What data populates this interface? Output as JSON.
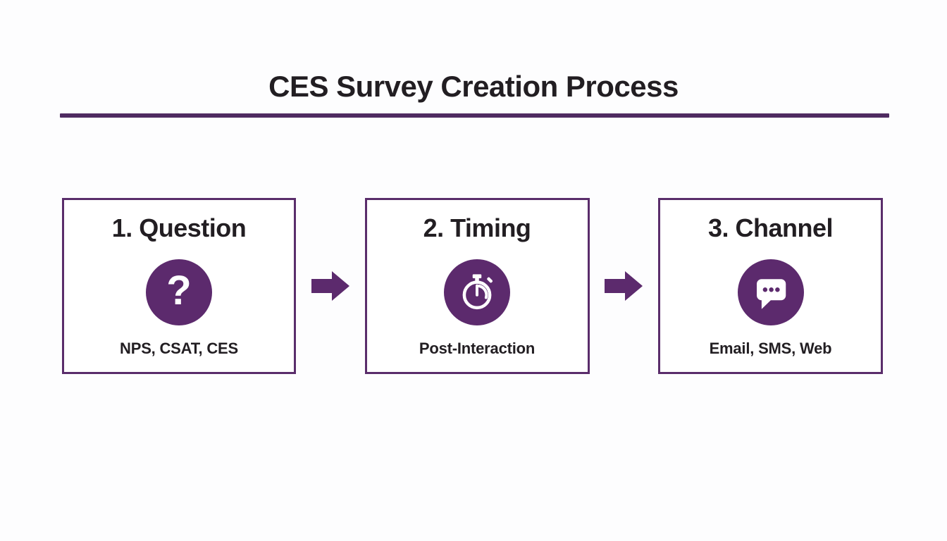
{
  "title": "CES Survey Creation Process",
  "colors": {
    "purple": "#5c2a6d",
    "border": "#5a2d6b",
    "divider": "#4f2b61",
    "text": "#221e22",
    "bg": "#fdfdfe"
  },
  "steps": [
    {
      "heading": "1. Question",
      "icon": "question-mark-icon",
      "subtitle": "NPS, CSAT, CES"
    },
    {
      "heading": "2. Timing",
      "icon": "stopwatch-icon",
      "subtitle": "Post-Interaction"
    },
    {
      "heading": "3. Channel",
      "icon": "chat-bubble-icon",
      "subtitle": "Email, SMS, Web"
    }
  ],
  "connectors": [
    {
      "icon": "right-arrow-icon"
    },
    {
      "icon": "right-arrow-icon"
    }
  ],
  "question_mark_glyph": "?"
}
